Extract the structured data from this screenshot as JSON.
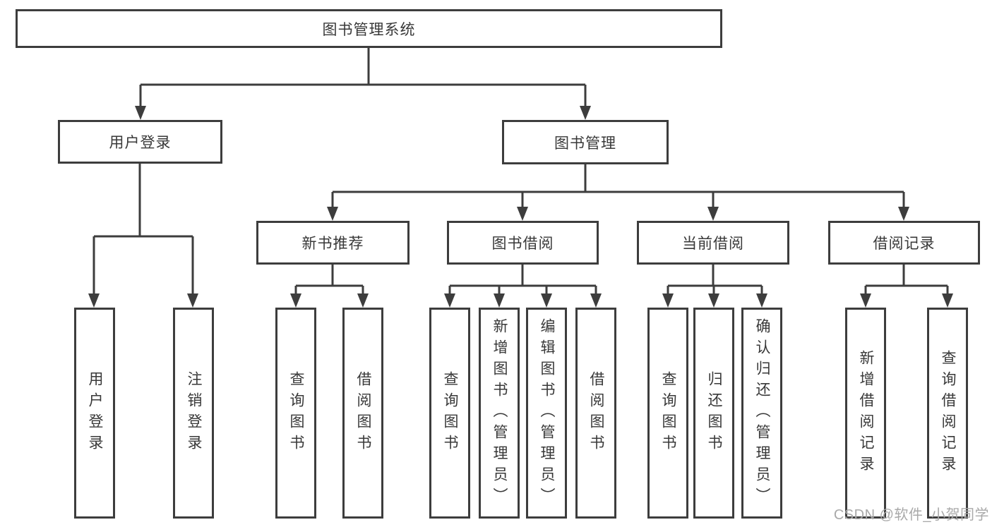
{
  "diagram_title": "图书管理系统",
  "colors": {
    "line": "#3d3d3d",
    "text": "#383838",
    "watermark": "#a9a9a9",
    "background": "#ffffff"
  },
  "tree": {
    "label": "图书管理系统",
    "children": [
      {
        "label": "用户登录",
        "children": [
          {
            "label": "用户登录"
          },
          {
            "label": "注销登录"
          }
        ]
      },
      {
        "label": "图书管理",
        "children": [
          {
            "label": "新书推荐",
            "children": [
              {
                "label": "查询图书"
              },
              {
                "label": "借阅图书"
              }
            ]
          },
          {
            "label": "图书借阅",
            "children": [
              {
                "label": "查询图书"
              },
              {
                "label": "新增图书（管理员）"
              },
              {
                "label": "编辑图书（管理员）"
              },
              {
                "label": "借阅图书"
              }
            ]
          },
          {
            "label": "当前借阅",
            "children": [
              {
                "label": "查询图书"
              },
              {
                "label": "归还图书"
              },
              {
                "label": "确认归还（管理员）"
              }
            ]
          },
          {
            "label": "借阅记录",
            "children": [
              {
                "label": "新增借阅记录"
              },
              {
                "label": "查询借阅记录"
              }
            ]
          }
        ]
      }
    ]
  },
  "watermark": {
    "text": "CSDN @软件_小贺同学"
  }
}
